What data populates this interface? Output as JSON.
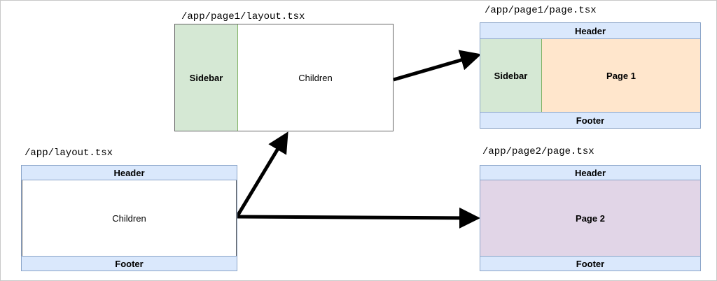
{
  "diagram": {
    "title_font": "monospace",
    "colors": {
      "green": "#d5e8d4",
      "orange": "#ffe6cc",
      "purple": "#e1d5e7",
      "blue": "#dae8fc",
      "white": "#ffffff",
      "border": "#666666",
      "arrow": "#000000"
    },
    "nodes": {
      "page1_layout": {
        "caption": "/app/page1/layout.tsx",
        "sidebar_label": "Sidebar",
        "children_label": "Children"
      },
      "page1_page": {
        "caption": "/app/page1/page.tsx",
        "header_label": "Header",
        "sidebar_label": "Sidebar",
        "content_label": "Page 1",
        "footer_label": "Footer"
      },
      "root_layout": {
        "caption": "/app/layout.tsx",
        "header_label": "Header",
        "children_label": "Children",
        "footer_label": "Footer"
      },
      "page2_page": {
        "caption": "/app/page2/page.tsx",
        "header_label": "Header",
        "content_label": "Page 2",
        "footer_label": "Footer"
      }
    },
    "edges": [
      {
        "name": "page1-layout-to-page1-page",
        "from": "page1_layout",
        "to": "page1_page"
      },
      {
        "name": "root-layout-to-page1-layout",
        "from": "root_layout",
        "to": "page1_layout"
      },
      {
        "name": "root-layout-to-page2-page",
        "from": "root_layout",
        "to": "page2_page"
      }
    ]
  }
}
